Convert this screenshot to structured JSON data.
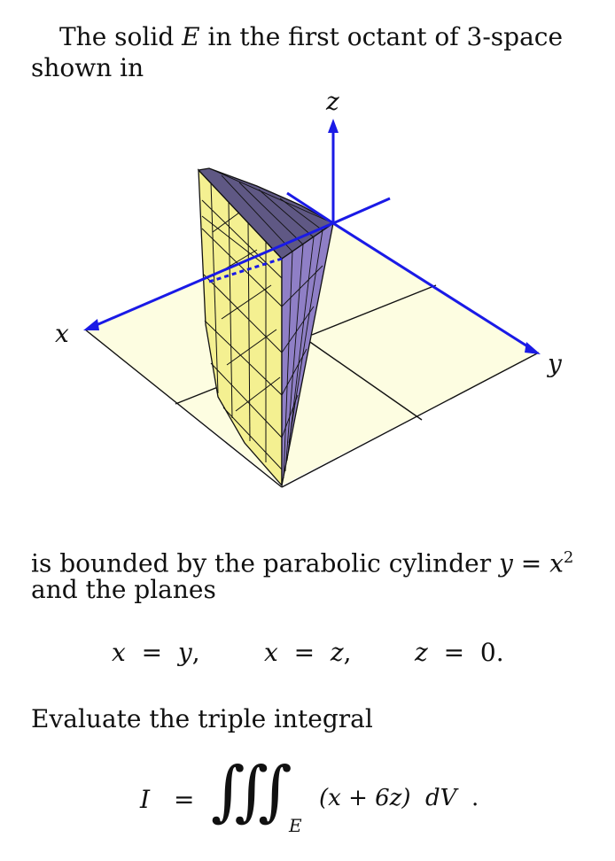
{
  "intro": {
    "line1": "The solid",
    "var_e": "E",
    "line1_rest": "in the first octant of 3-space",
    "line2": "shown in"
  },
  "figure": {
    "axis_x": "x",
    "axis_y": "y",
    "axis_z": "z",
    "colors": {
      "axes": "#1a1ae6",
      "floor": "#fdfde1",
      "face_yellow": "#f4f091",
      "face_purple": "#8f7fc6",
      "top": "#5f5884"
    }
  },
  "statement": {
    "line1": "is bounded by the parabolic cylinder",
    "cyl_lhs": "y",
    "cyl_eq": "=",
    "cyl_rhs": "x",
    "cyl_exp": "2",
    "line2": "and the planes"
  },
  "planes": [
    {
      "lhs": "x",
      "eq": "=",
      "rhs": "y",
      "punct": ","
    },
    {
      "lhs": "x",
      "eq": "=",
      "rhs": "z",
      "punct": ","
    },
    {
      "lhs": "z",
      "eq": "=",
      "rhs": "0",
      "punct": "."
    }
  ],
  "task": {
    "text": "Evaluate the triple integral"
  },
  "integral": {
    "lhs": "I",
    "eq": "=",
    "sign": "∫∫∫",
    "region": "E",
    "integrand": "(x + 6z)",
    "dv": "dV",
    "period": "."
  }
}
